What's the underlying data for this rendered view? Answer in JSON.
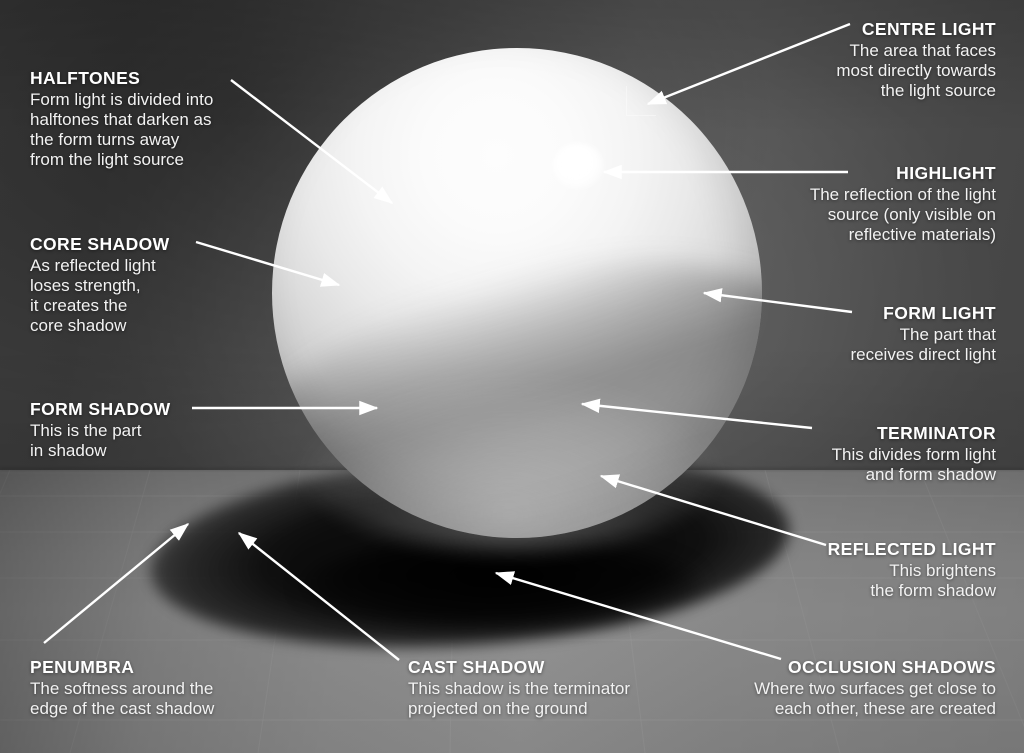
{
  "scene": {
    "subject": "sphere",
    "background_color": "#4a4a4a",
    "floor_color": "#8a8a8a",
    "sphere_color": "#f2f2f2",
    "shadow_color": "#080808",
    "label_color": "#ffffff"
  },
  "labels": [
    {
      "id": "centre-light",
      "title": "CENTRE LIGHT",
      "description": "The area that faces\nmost directly towards\nthe light source",
      "align": "right"
    },
    {
      "id": "halftones",
      "title": "HALFTONES",
      "description": "Form light is divided into\nhalftones that darken as\nthe form turns away\nfrom the light source",
      "align": "left"
    },
    {
      "id": "highlight",
      "title": "HIGHLIGHT",
      "description": "The reflection of the light\nsource (only visible on\nreflective materials)",
      "align": "right"
    },
    {
      "id": "core-shadow",
      "title": "CORE SHADOW",
      "description": "As reflected light\nloses strength,\nit creates the\ncore shadow",
      "align": "left"
    },
    {
      "id": "form-light",
      "title": "FORM LIGHT",
      "description": "The part that\nreceives direct light",
      "align": "right"
    },
    {
      "id": "form-shadow",
      "title": "FORM SHADOW",
      "description": "This is the part\nin shadow",
      "align": "left"
    },
    {
      "id": "terminator",
      "title": "TERMINATOR",
      "description": "This divides form light\nand form shadow",
      "align": "right"
    },
    {
      "id": "reflected-light",
      "title": "REFLECTED LIGHT",
      "description": "This brightens\nthe form shadow",
      "align": "right"
    },
    {
      "id": "penumbra",
      "title": "PENUMBRA",
      "description": "The softness around the\nedge of the cast shadow",
      "align": "left"
    },
    {
      "id": "cast-shadow",
      "title": "CAST SHADOW",
      "description": "This shadow is the terminator\nprojected on the ground",
      "align": "left"
    },
    {
      "id": "occlusion-shadows",
      "title": "OCCLUSION SHADOWS",
      "description": "Where two surfaces get close to\neach other, these are created",
      "align": "right"
    }
  ]
}
